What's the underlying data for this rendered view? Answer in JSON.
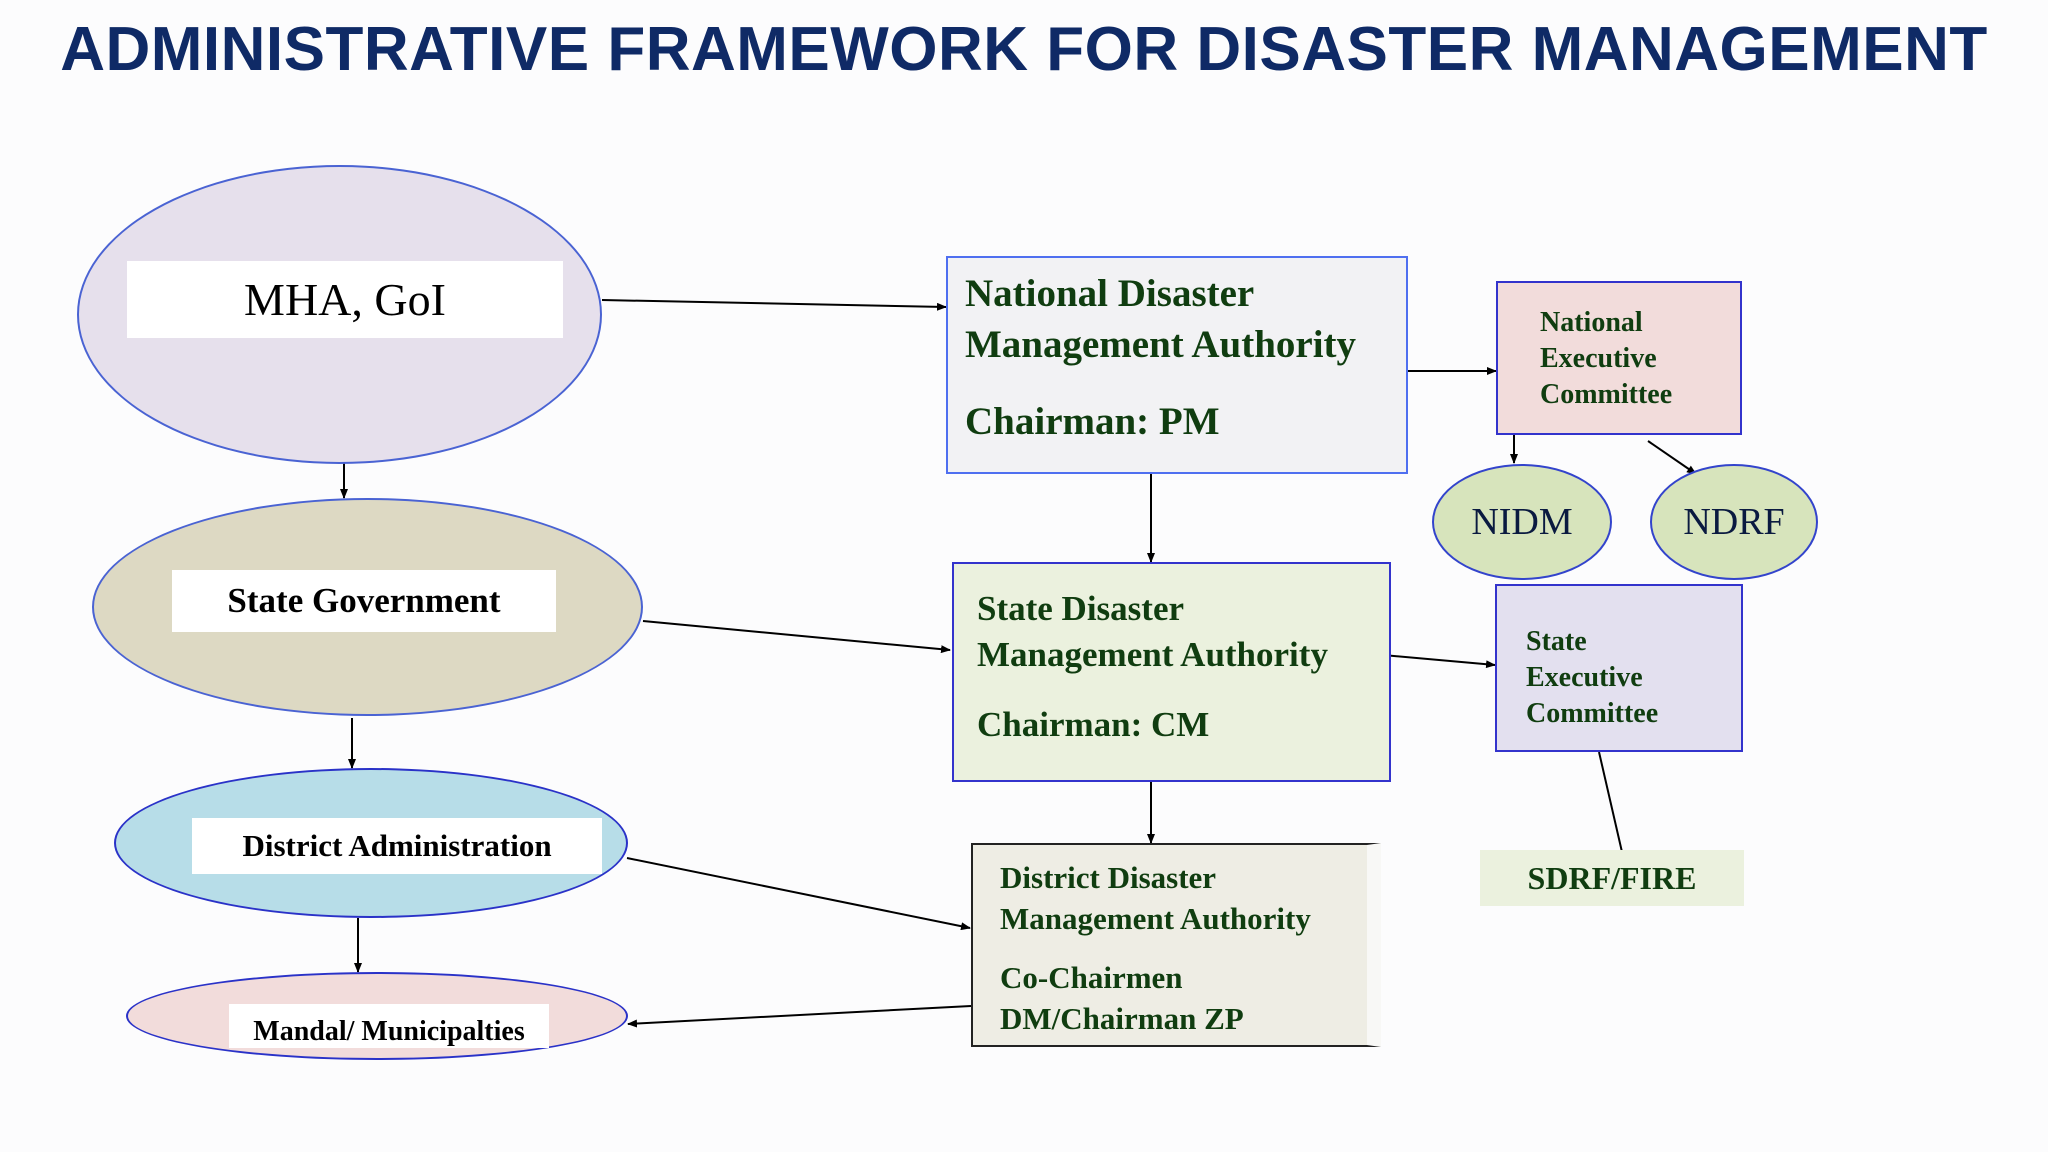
{
  "title": "ADMINISTRATIVE FRAMEWORK FOR DISASTER MANAGEMENT",
  "left": {
    "mha": "MHA, GoI",
    "state_gov": "State Government",
    "district_admin": "District Administration",
    "mandal": "Mandal/ Municipalties"
  },
  "ndma": {
    "line1": "National Disaster",
    "line2": "Management Authority",
    "chair": "Chairman: PM"
  },
  "nec": {
    "line1": "National",
    "line2": "Executive",
    "line3": "Committee"
  },
  "nidm": "NIDM",
  "ndrf": "NDRF",
  "sdma": {
    "line1": "State Disaster",
    "line2": "Management Authority",
    "chair": "Chairman: CM"
  },
  "sec": {
    "line1": "State",
    "line2": "Executive",
    "line3": "Committee"
  },
  "sdrf": "SDRF/FIRE",
  "ddma": {
    "line1": "District Disaster",
    "line2": "Management Authority",
    "chair1": "Co-Chairmen",
    "chair2": "DM/Chairman ZP"
  },
  "colors": {
    "title": "#0f2a66",
    "green_text": "#103d10",
    "outline_blue": "#3b57d9",
    "mha_fill": "#e6e0ec",
    "state_fill": "#ddd9c3",
    "district_fill": "#b7dde8",
    "mandal_fill": "#f2dcdb"
  }
}
